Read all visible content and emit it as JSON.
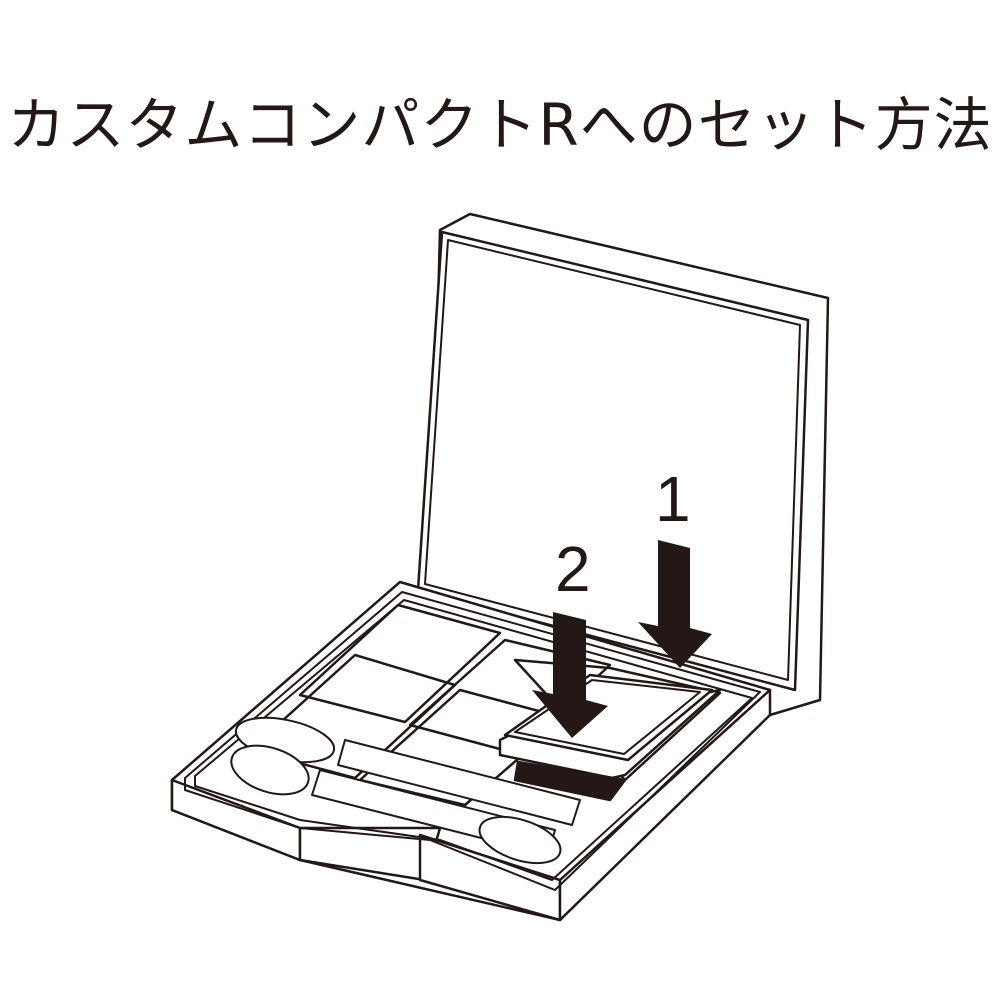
{
  "title": "カスタムコンパクトRへのセット方法",
  "steps": [
    {
      "label": "1",
      "description": "arrow pointing down into the right rear pan slot"
    },
    {
      "label": "2",
      "description": "arrow pointing down onto the eyeshadow pan being set"
    }
  ],
  "colors": {
    "ink": "#231815",
    "background": "#ffffff"
  },
  "illustration": {
    "subject": "open compact case with mirror lid",
    "pan_slots": 6,
    "applicators": 2
  }
}
